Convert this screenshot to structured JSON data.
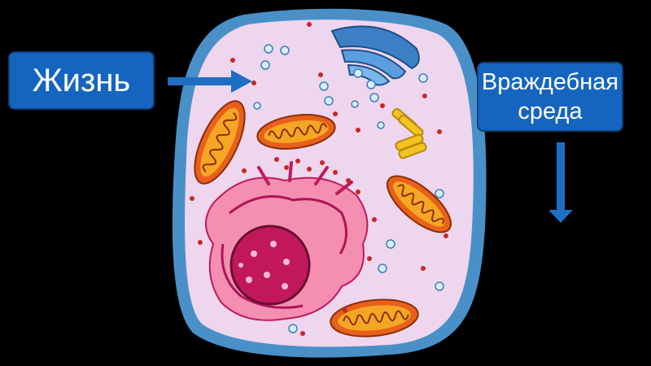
{
  "slide": {
    "life_label": "Жизнь",
    "hostile_label": "Враждебная среда"
  },
  "colors": {
    "background": "#000000",
    "label_fill": "#1565c0",
    "arrow": "#1e6fc4",
    "cell_fill": "#efd6ef",
    "cell_membrane": "#4a90c8",
    "mitochondria": "#e8601c",
    "golgi": "#4a8fd0",
    "nucleus": "#c2185b",
    "er": "#f06292",
    "centriole": "#f3c322"
  },
  "icons": [
    "arrow-right-icon",
    "arrow-down-icon",
    "cell-illustration"
  ]
}
